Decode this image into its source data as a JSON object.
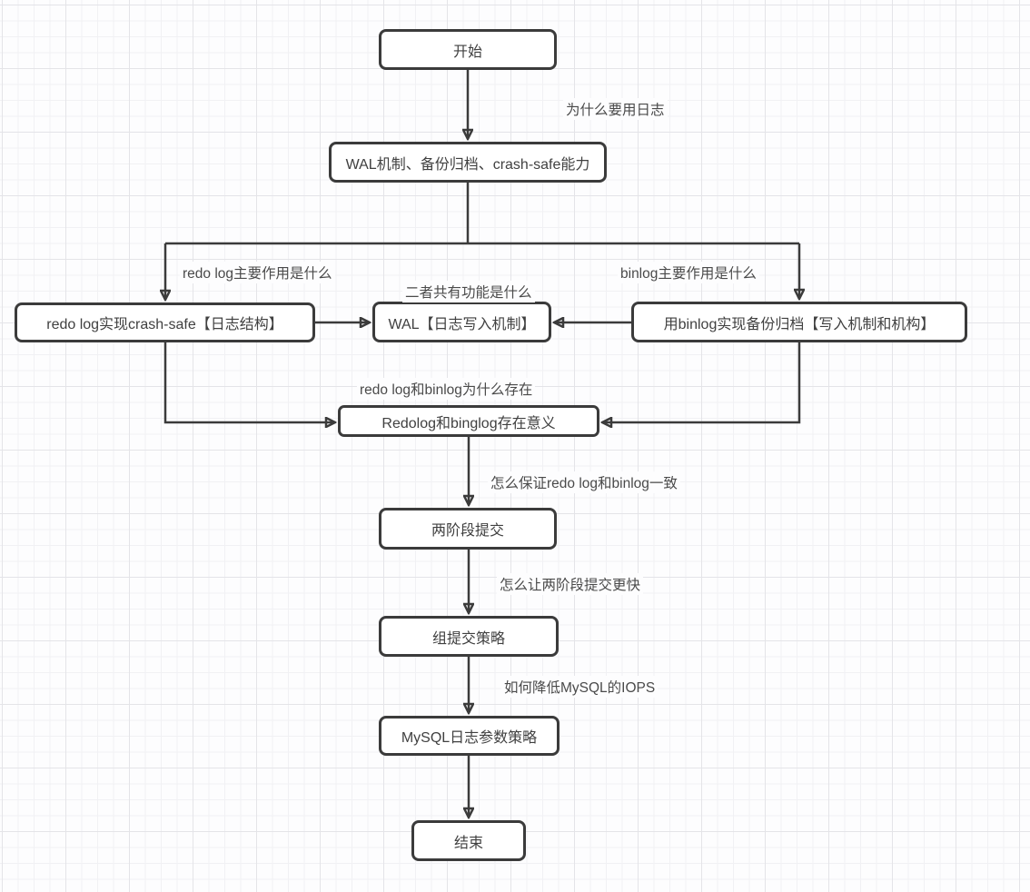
{
  "diagram": {
    "title_hint": "MySQL 日志流程图",
    "colors": {
      "stroke": "#3b3b3b",
      "node_fill": "#ffffff",
      "text": "#404040",
      "grid_minor": "#f1f1f4",
      "grid_major": "#e4e4e8",
      "background": "#fdfdfe"
    },
    "nodes": [
      {
        "id": "start",
        "label": "开始"
      },
      {
        "id": "wal-overview",
        "label": "WAL机制、备份归档、crash-safe能力"
      },
      {
        "id": "redo-log-crash-safe",
        "label": "redo log实现crash-safe【日志结构】"
      },
      {
        "id": "wal-write-mechanism",
        "label": "WAL【日志写入机制】"
      },
      {
        "id": "binlog-backup",
        "label": "用binlog实现备份归档【写入机制和机构】"
      },
      {
        "id": "log-existence",
        "label": "Redolog和binglog存在意义"
      },
      {
        "id": "two-phase-commit",
        "label": "两阶段提交"
      },
      {
        "id": "group-commit",
        "label": "组提交策略"
      },
      {
        "id": "mysql-log-params",
        "label": "MySQL日志参数策略"
      },
      {
        "id": "end",
        "label": "结束"
      }
    ],
    "edge_labels": [
      {
        "id": "why-use-logs",
        "text": "为什么要用日志"
      },
      {
        "id": "redo-log-main-purpose",
        "text": "redo log主要作用是什么"
      },
      {
        "id": "shared-function",
        "text": "二者共有功能是什么"
      },
      {
        "id": "binlog-main-purpose",
        "text": "binlog主要作用是什么"
      },
      {
        "id": "why-both-exist",
        "text": "redo log和binlog为什么存在"
      },
      {
        "id": "how-keep-consistent",
        "text": "怎么保证redo log和binlog一致"
      },
      {
        "id": "how-speed-up-2pc",
        "text": "怎么让两阶段提交更快"
      },
      {
        "id": "how-reduce-mysql-iops",
        "text": "如何降低MySQL的IOPS"
      }
    ]
  }
}
